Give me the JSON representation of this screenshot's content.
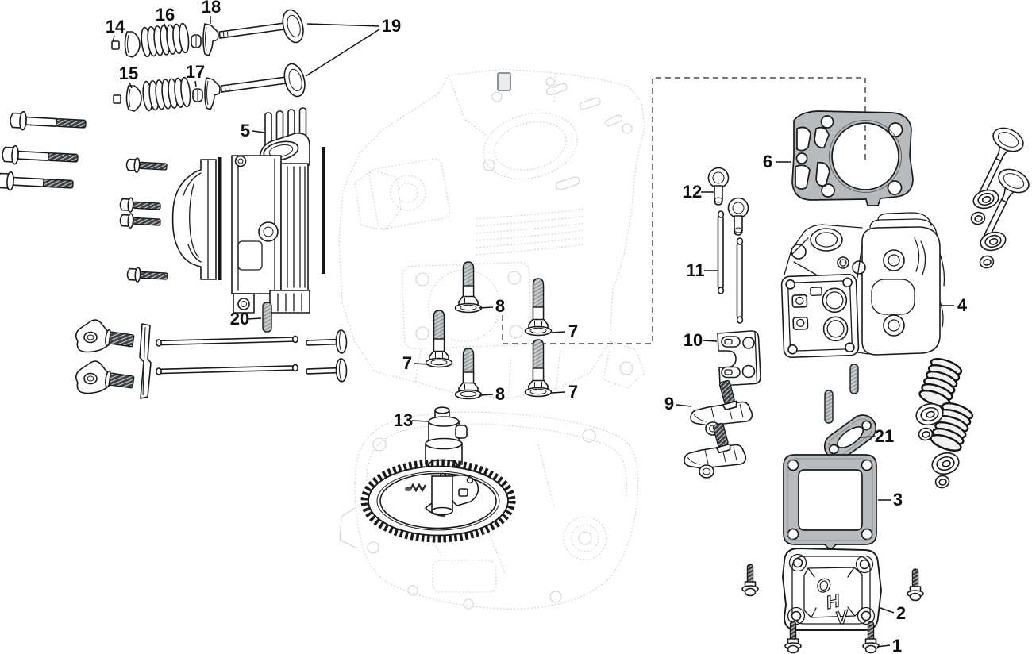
{
  "diagram": {
    "type": "exploded-parts-diagram",
    "subject": "OHV small-engine cylinder, cylinder head and valve train",
    "background_color": "#ffffff",
    "line_color": "#1a1a1a",
    "faint_reference_color": "#cfd3d5",
    "gasket_fill_color": "#b7bbbd",
    "thread_dark_color": "#3a3e40",
    "thread_gray_color": "#9da3a6",
    "dashed_reference_color": "#4d4d4d",
    "cover_text": [
      "O",
      "H",
      "V"
    ],
    "callouts": {
      "1": "1",
      "2": "2",
      "3": "3",
      "4": "4",
      "5": "5",
      "6": "6",
      "7": "7",
      "8": "8",
      "9": "9",
      "10": "10",
      "11": "11",
      "12": "12",
      "13": "13",
      "14": "14",
      "15": "15",
      "16": "16",
      "17": "17",
      "18": "18",
      "19": "19",
      "20": "20",
      "21": "21"
    }
  }
}
